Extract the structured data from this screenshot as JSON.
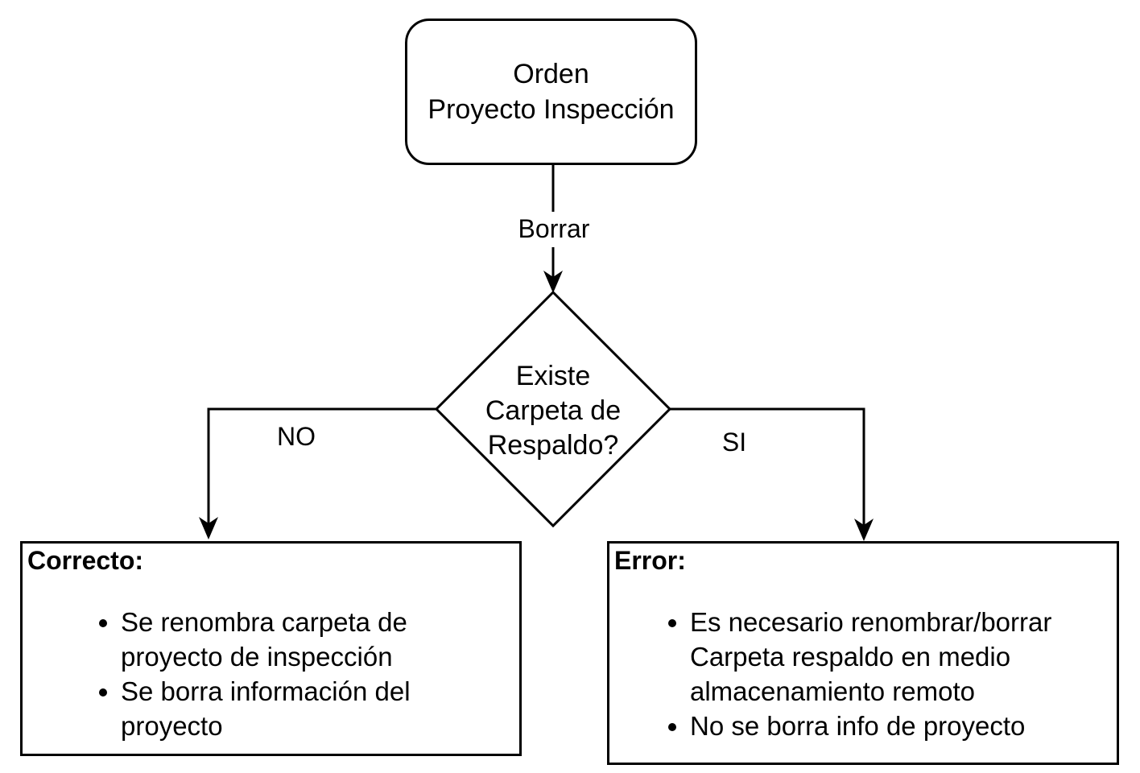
{
  "colors": {
    "background": "#ffffff",
    "stroke": "#000000",
    "text": "#000000"
  },
  "flowchart": {
    "start": {
      "lines": [
        "Orden",
        "Proyecto Inspección"
      ]
    },
    "action_label": "Borrar",
    "decision": {
      "lines": [
        "Existe",
        "Carpeta de",
        "Respaldo?"
      ]
    },
    "branches": {
      "no": "NO",
      "yes": "SI"
    },
    "outcome_no": {
      "title": "Correcto:",
      "bullets": [
        "Se renombra carpeta de proyecto de inspección",
        "Se borra información del proyecto"
      ]
    },
    "outcome_yes": {
      "title": "Error:",
      "bullets": [
        "Es necesario renombrar/borrar Carpeta respaldo en medio almacenamiento remoto",
        "No se borra info de proyecto"
      ]
    }
  }
}
